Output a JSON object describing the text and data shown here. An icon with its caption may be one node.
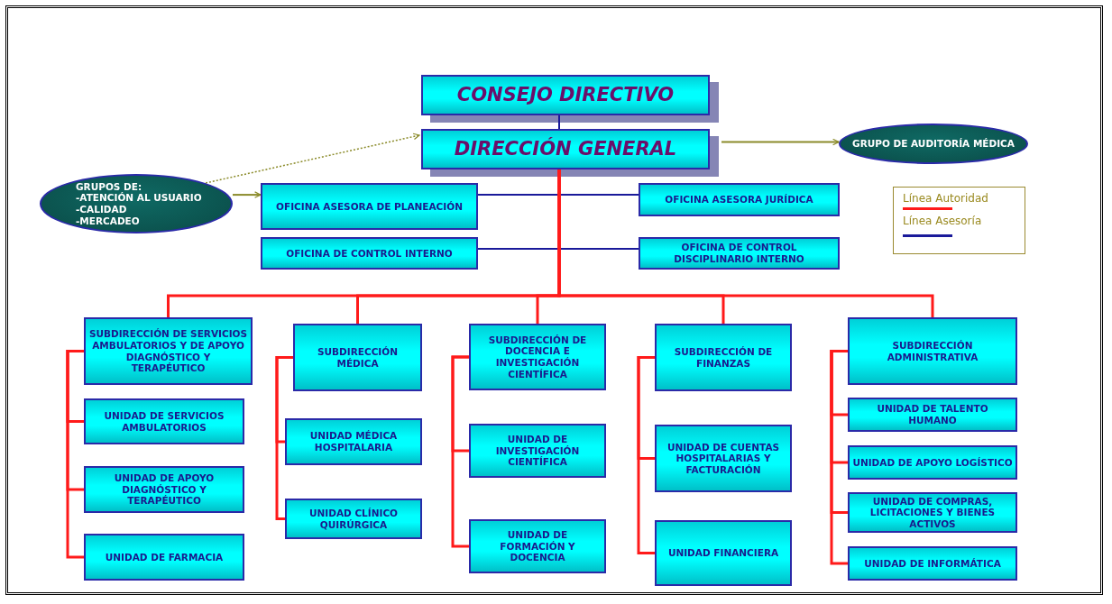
{
  "diagram": {
    "nodes": [
      {
        "text": [
          "CONSEJO DIRECTIVO"
        ]
      },
      {
        "text": [
          "DIRECCIÓN GENERAL"
        ]
      },
      {
        "text": [
          "GRUPO DE AUDITORÍA MÉDICA"
        ]
      },
      {
        "text": [
          "GRUPOS DE:",
          "-ATENCIÓN AL USUARIO",
          "-CALIDAD",
          "-MERCADEO"
        ]
      },
      {
        "text": [
          "OFICINA ASESORA DE PLANEACIÓN"
        ]
      },
      {
        "text": [
          "OFICINA ASESORA JURÍDICA"
        ]
      },
      {
        "text": [
          "OFICINA DE CONTROL INTERNO"
        ]
      },
      {
        "text": [
          "OFICINA DE CONTROL DISCIPLINARIO INTERNO"
        ]
      },
      {
        "text": [
          "SUBDIRECCIÓN DE SERVICIOS AMBULATORIOS Y DE APOYO DIAGNÓSTICO Y TERAPÉUTICO"
        ]
      },
      {
        "text": [
          "UNIDAD DE SERVICIOS AMBULATORIOS"
        ]
      },
      {
        "text": [
          "UNIDAD DE APOYO DIAGNÓSTICO Y TERAPÉUTICO"
        ]
      },
      {
        "text": [
          "UNIDAD DE FARMACIA"
        ]
      },
      {
        "text": [
          "SUBDIRECCIÓN MÉDICA"
        ]
      },
      {
        "text": [
          "UNIDAD MÉDICA HOSPITALARIA"
        ]
      },
      {
        "text": [
          "UNIDAD CLÍNICO QUIRÚRGICA"
        ]
      },
      {
        "text": [
          "SUBDIRECCIÓN DE DOCENCIA E INVESTIGACIÓN CIENTÍFICA"
        ]
      },
      {
        "text": [
          "UNIDAD DE INVESTIGACIÓN CIENTÍFICA"
        ]
      },
      {
        "text": [
          "UNIDAD DE FORMACIÓN Y DOCENCIA"
        ]
      },
      {
        "text": [
          "SUBDIRECCIÓN DE FINANZAS"
        ]
      },
      {
        "text": [
          "UNIDAD DE CUENTAS HOSPITALARIAS Y FACTURACIÓN"
        ]
      },
      {
        "text": [
          "UNIDAD FINANCIERA"
        ]
      },
      {
        "text": [
          "SUBDIRECCIÓN ADMINISTRATIVA"
        ]
      },
      {
        "text": [
          "UNIDAD DE TALENTO HUMANO"
        ]
      },
      {
        "text": [
          "UNIDAD DE APOYO LOGÍSTICO"
        ]
      },
      {
        "text": [
          "UNIDAD DE COMPRAS, LICITACIONES Y BIENES ACTIVOS"
        ]
      },
      {
        "text": [
          "UNIDAD DE INFORMÁTICA"
        ]
      }
    ],
    "edges": [
      {
        "from": 0,
        "to": 1,
        "arrow": "none",
        "color": "#1a1a9a"
      },
      {
        "from": 1,
        "to": 2,
        "arrow": "to",
        "color": "#8b8b2a"
      },
      {
        "from": 3,
        "to": 1,
        "arrow": "to",
        "style": "dashed",
        "color": "#8b8b2a"
      },
      {
        "from": 3,
        "to": 4,
        "arrow": "to",
        "color": "#8b8b2a"
      },
      {
        "from": 1,
        "to": 4,
        "arrow": "none",
        "color": "#1a1a9a"
      },
      {
        "from": 1,
        "to": 5,
        "arrow": "none",
        "color": "#1a1a9a"
      },
      {
        "from": 1,
        "to": 6,
        "arrow": "none",
        "color": "#1a1a9a"
      },
      {
        "from": 1,
        "to": 7,
        "arrow": "none",
        "color": "#1a1a9a"
      },
      {
        "from": 1,
        "to": 8,
        "arrow": "none"
      },
      {
        "from": 1,
        "to": 12,
        "arrow": "none"
      },
      {
        "from": 1,
        "to": 15,
        "arrow": "none"
      },
      {
        "from": 1,
        "to": 18,
        "arrow": "none"
      },
      {
        "from": 1,
        "to": 21,
        "arrow": "none"
      },
      {
        "from": 8,
        "to": 9,
        "arrow": "none"
      },
      {
        "from": 8,
        "to": 10,
        "arrow": "none"
      },
      {
        "from": 8,
        "to": 11,
        "arrow": "none"
      },
      {
        "from": 12,
        "to": 13,
        "arrow": "none"
      },
      {
        "from": 12,
        "to": 14,
        "arrow": "none"
      },
      {
        "from": 15,
        "to": 16,
        "arrow": "none"
      },
      {
        "from": 15,
        "to": 17,
        "arrow": "none"
      },
      {
        "from": 18,
        "to": 19,
        "arrow": "none"
      },
      {
        "from": 18,
        "to": 20,
        "arrow": "none"
      },
      {
        "from": 21,
        "to": 22,
        "arrow": "none"
      },
      {
        "from": 21,
        "to": 23,
        "arrow": "none"
      },
      {
        "from": 21,
        "to": 24,
        "arrow": "none"
      },
      {
        "from": 21,
        "to": 25,
        "arrow": "none"
      }
    ],
    "legend": [
      {
        "text": "Línea Autoridad"
      },
      {
        "text": "Línea Asesoría"
      }
    ]
  }
}
